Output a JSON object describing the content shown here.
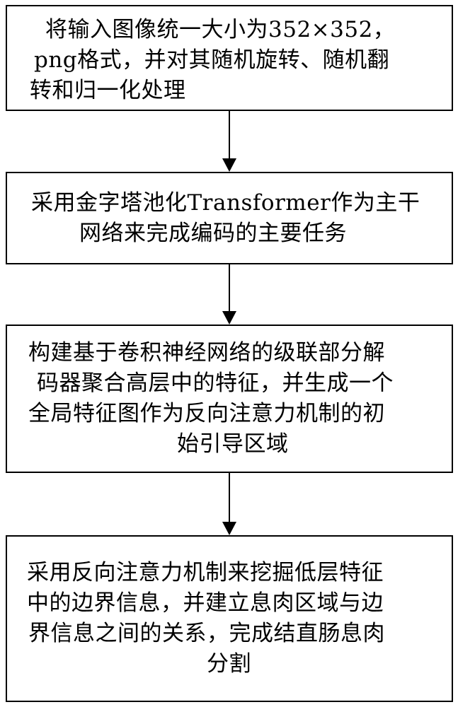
{
  "steps": [
    {
      "lines": [
        "将输入图像统一大小为352×352，",
        "png格式，并对其随机旋转、随机翻",
        "转和归一化处理"
      ]
    },
    {
      "lines": [
        "采用金字塔池化Transformer作为主干",
        "网络来完成编码的主要任务"
      ]
    },
    {
      "lines": [
        "构建基于卷积神经网络的级联部分解",
        "码器聚合高层中的特征，并生成一个",
        "全局特征图作为反向注意力机制的初",
        "始引导区域"
      ]
    },
    {
      "lines": [
        "采用反向注意力机制来挖掘低层特征",
        "中的边界信息，并建立息肉区域与边",
        "界信息之间的关系，完成结直肠息肉",
        "分割"
      ]
    }
  ]
}
